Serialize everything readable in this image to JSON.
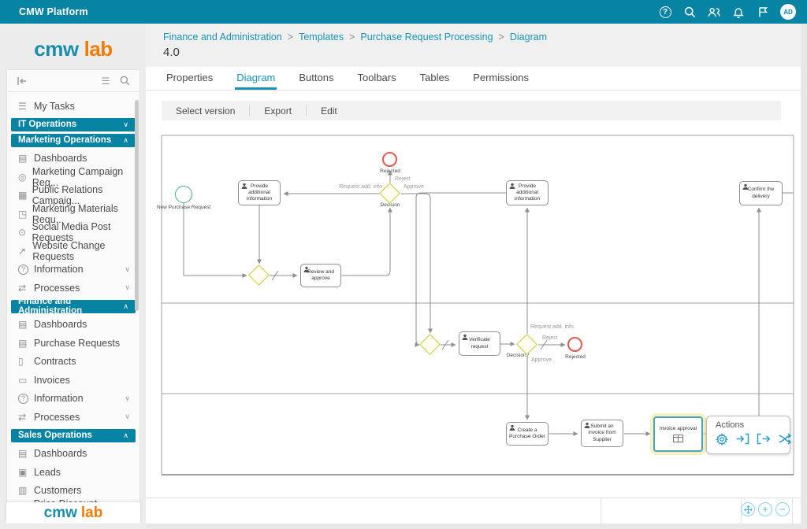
{
  "topbar": {
    "title": "CMW Platform",
    "avatar_initials": "AD"
  },
  "logo": {
    "part1": "cmw",
    "part2": "lab"
  },
  "breadcrumb": {
    "separator": ">",
    "items": [
      "Finance and Administration",
      "Templates",
      "Purchase Request Processing",
      "Diagram"
    ],
    "version": "4.0"
  },
  "tabs": [
    "Properties",
    "Diagram",
    "Buttons",
    "Toolbars",
    "Tables",
    "Permissions"
  ],
  "active_tab": "Diagram",
  "diagram_toolbar": {
    "buttons": [
      "Select version",
      "Export",
      "Edit"
    ]
  },
  "sidebar": {
    "items": [
      {
        "label": "My Tasks",
        "icon": "tasks"
      },
      {
        "label": "IT Operations",
        "type": "section",
        "state": "collapsed"
      },
      {
        "label": "Marketing Operations",
        "type": "section",
        "state": "expanded"
      },
      {
        "label": "Dashboards",
        "icon": "doc"
      },
      {
        "label": "Marketing Campaign Req...",
        "icon": "search"
      },
      {
        "label": "Public Relations Campaig...",
        "icon": "screen"
      },
      {
        "label": "Marketing Materials Requ...",
        "icon": "tag"
      },
      {
        "label": "Social Media Post Requests",
        "icon": "broadcast"
      },
      {
        "label": "Website Change Requests",
        "icon": "external"
      },
      {
        "label": "Information",
        "icon": "question",
        "collapsible": true
      },
      {
        "label": "Processes",
        "icon": "shuffle",
        "collapsible": true
      },
      {
        "label": "Finance and Administration",
        "type": "section",
        "state": "expanded"
      },
      {
        "label": "Dashboards",
        "icon": "doc"
      },
      {
        "label": "Purchase Requests",
        "icon": "doc"
      },
      {
        "label": "Contracts",
        "icon": "file"
      },
      {
        "label": "Invoices",
        "icon": "card"
      },
      {
        "label": "Information",
        "icon": "question",
        "collapsible": true
      },
      {
        "label": "Processes",
        "icon": "shuffle",
        "collapsible": true
      },
      {
        "label": "Sales Operations",
        "type": "section",
        "state": "expanded"
      },
      {
        "label": "Dashboards",
        "icon": "doc"
      },
      {
        "label": "Leads",
        "icon": "person"
      },
      {
        "label": "Customers",
        "icon": "briefcase"
      },
      {
        "label": "Price Discount Requests",
        "icon": "pricetag"
      }
    ]
  },
  "icon_glyphs": {
    "tasks": "☰",
    "doc": "▤",
    "search": "◎",
    "screen": "▦",
    "tag": "◳",
    "broadcast": "⊙",
    "external": "↗",
    "question": "?",
    "shuffle": "⇄",
    "file": "▯",
    "card": "▭",
    "person": "▣",
    "briefcase": "▥",
    "pricetag": "◪",
    "chev_down": "∨",
    "chev_up": "∧",
    "list": "☰",
    "gear": "⚙",
    "zoom_in": "+",
    "zoom_out": "−"
  },
  "diagram": {
    "nodes": {
      "start": {
        "label": "New Purchase Request",
        "type": "start-event"
      },
      "provide1": {
        "label": "Provide additional information",
        "type": "user-task"
      },
      "rejected1": {
        "label": "Rejected",
        "type": "end-event"
      },
      "decision1": {
        "label": "Decision",
        "type": "gateway"
      },
      "review": {
        "label": "Review and approve",
        "type": "user-task"
      },
      "verificate": {
        "label": "Verificate request",
        "type": "user-task"
      },
      "decision2": {
        "label": "Decision?",
        "type": "gateway"
      },
      "rejected2": {
        "label": "Rejected",
        "type": "end-event"
      },
      "provide2": {
        "label": "Provide additional information",
        "type": "user-task"
      },
      "confirm": {
        "label": "Confirm the delivery",
        "type": "user-task"
      },
      "create": {
        "label": "Create a Purchase Order",
        "type": "user-task"
      },
      "submit": {
        "label": "Submit an Invoice from Supplier",
        "type": "user-task"
      },
      "invoice": {
        "label": "Invoice approval",
        "type": "task-selected"
      }
    },
    "edge_labels": {
      "d1_request": "Request add. info",
      "d1_approve": "Approve",
      "d1_reject": "Reject",
      "d2_request": "Request add. info",
      "d2_approve": "Approve",
      "d2_reject": "Reject"
    }
  },
  "actions_panel": {
    "title": "Actions",
    "icons": [
      "settings",
      "sign-in",
      "sign-out",
      "shuffle"
    ]
  },
  "statusbar": {
    "zoom_controls": [
      "fit-screen",
      "zoom-in",
      "zoom-out"
    ]
  }
}
